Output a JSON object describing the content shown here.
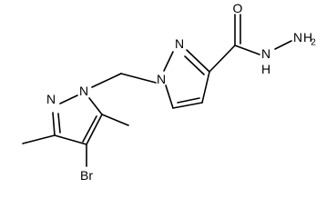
{
  "molecule": {
    "atom_labels": {
      "n_top": "N",
      "n_ring_right": "N",
      "n_ring_left_top": "N",
      "n_ring_left": "N",
      "o_carbonyl": "O",
      "nh": "N",
      "h_nh": "H",
      "nh2_n": "N",
      "nh2_h": "H",
      "nh2_sub": "2",
      "br": "Br"
    }
  }
}
